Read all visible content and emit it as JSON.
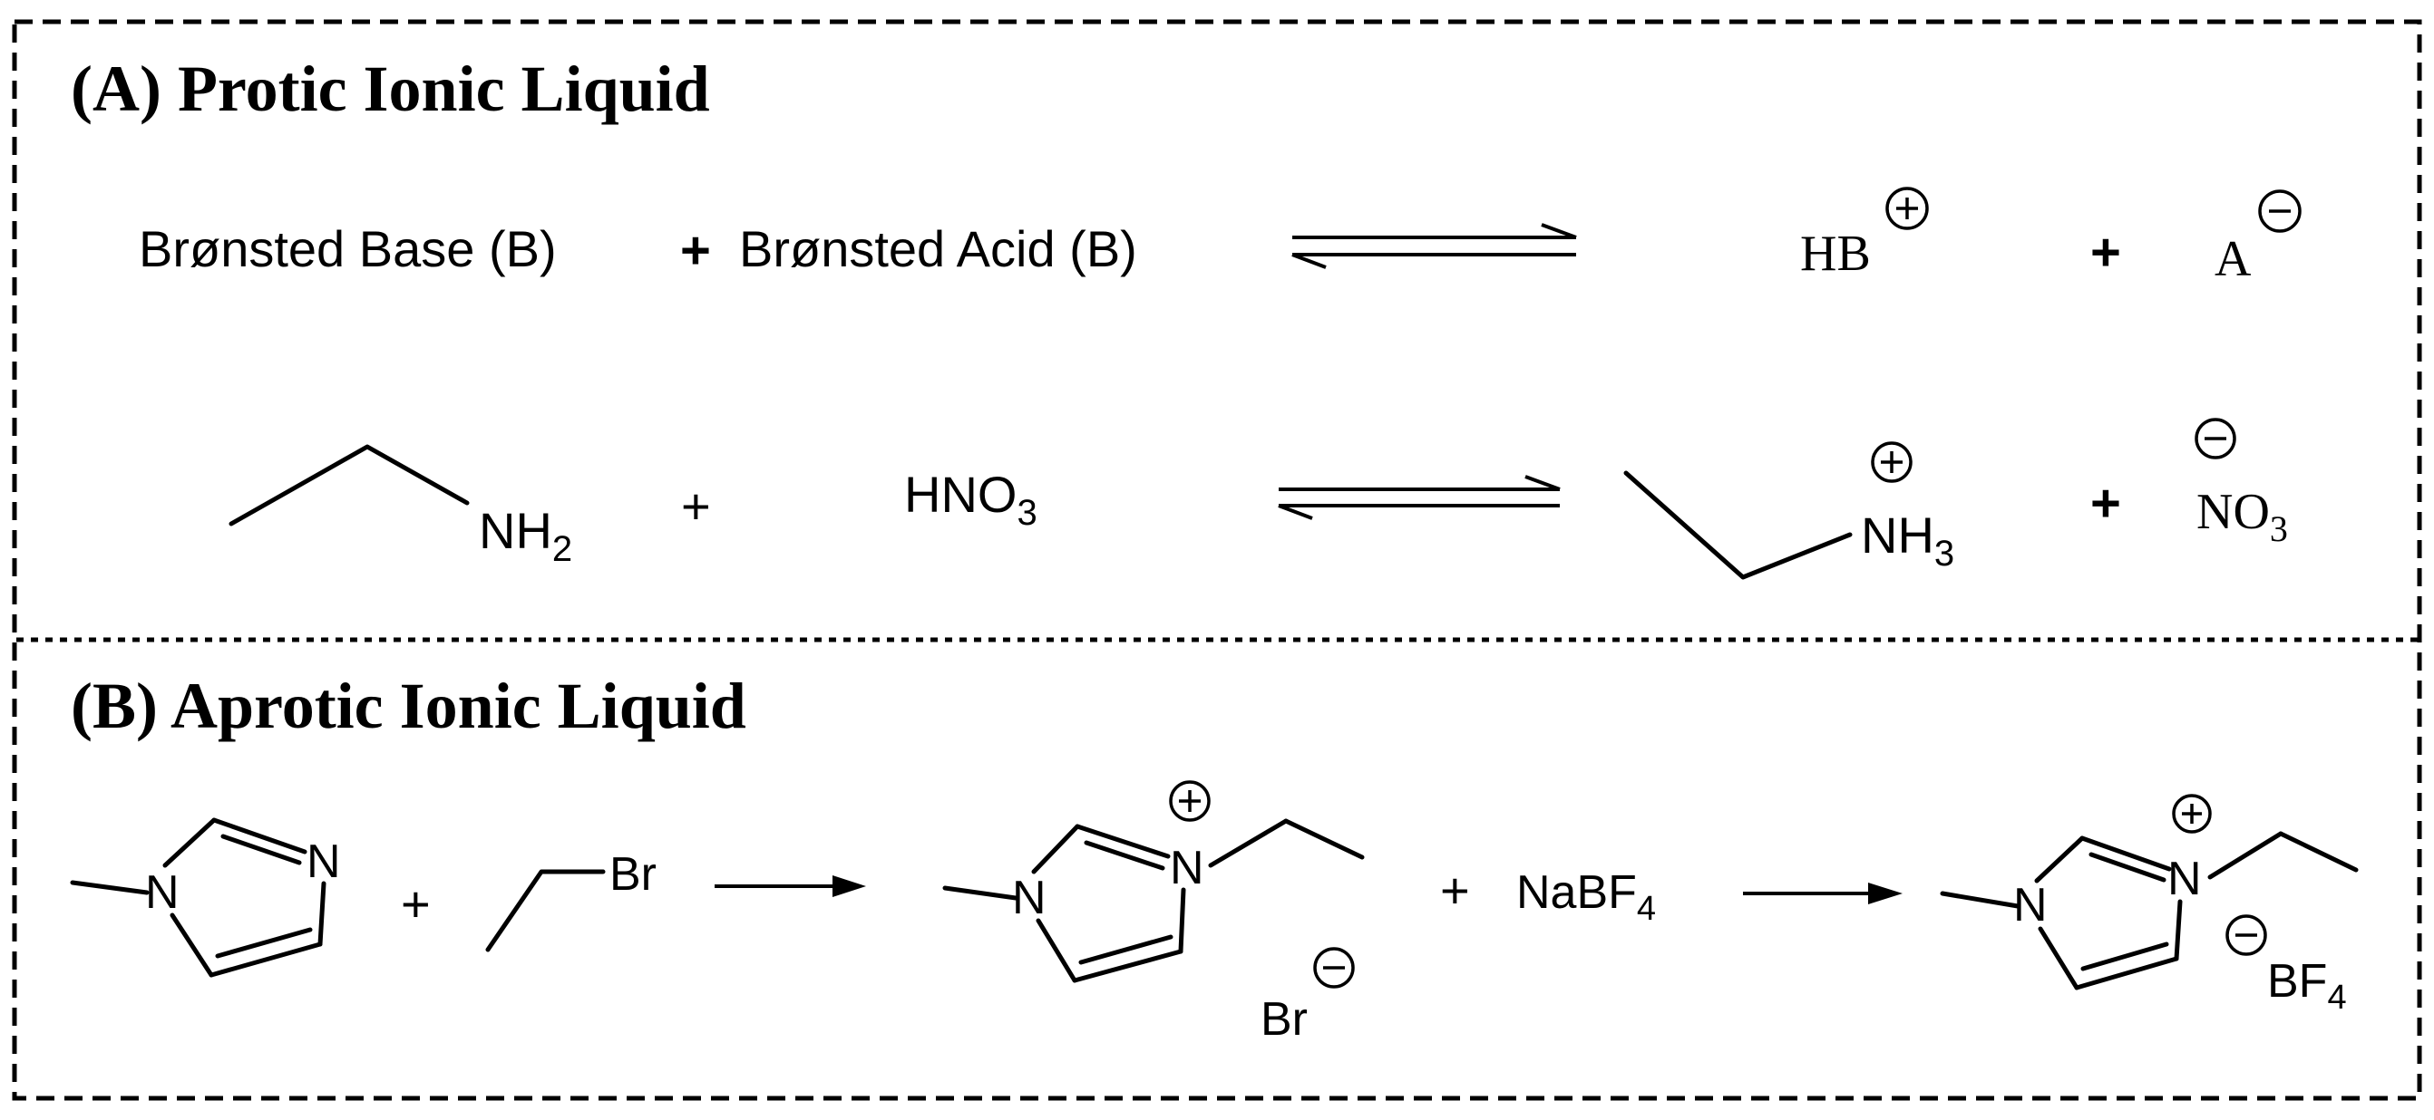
{
  "panel_a": {
    "title": "(A) Protic Ionic Liquid",
    "general_reaction": {
      "reactant_base": "Brønsted Base (B)",
      "plus": "+",
      "reactant_acid": "Brønsted Acid (B)",
      "product_cation": "HB",
      "product_anion": "A"
    },
    "example_reaction": {
      "amine_n": "NH",
      "amine_sub": "2",
      "plus": "+",
      "acid_prefix": "HNO",
      "acid_sub": "3",
      "ammonium_n": "NH",
      "ammonium_sub": "3",
      "nitrate_prefix": "NO",
      "nitrate_sub": "3"
    }
  },
  "panel_b": {
    "title": "(B) Aprotic Ionic Liquid",
    "reaction": {
      "n_atom": "N",
      "plus": "+",
      "alkyl_halide_atom": "Br",
      "bromide": "Br",
      "salt_prefix": "NaBF",
      "salt_sub": "4",
      "tetrafluoroborate_prefix": "BF",
      "tetrafluoroborate_sub": "4"
    }
  },
  "charges": {
    "positive": "+",
    "negative": "−"
  }
}
